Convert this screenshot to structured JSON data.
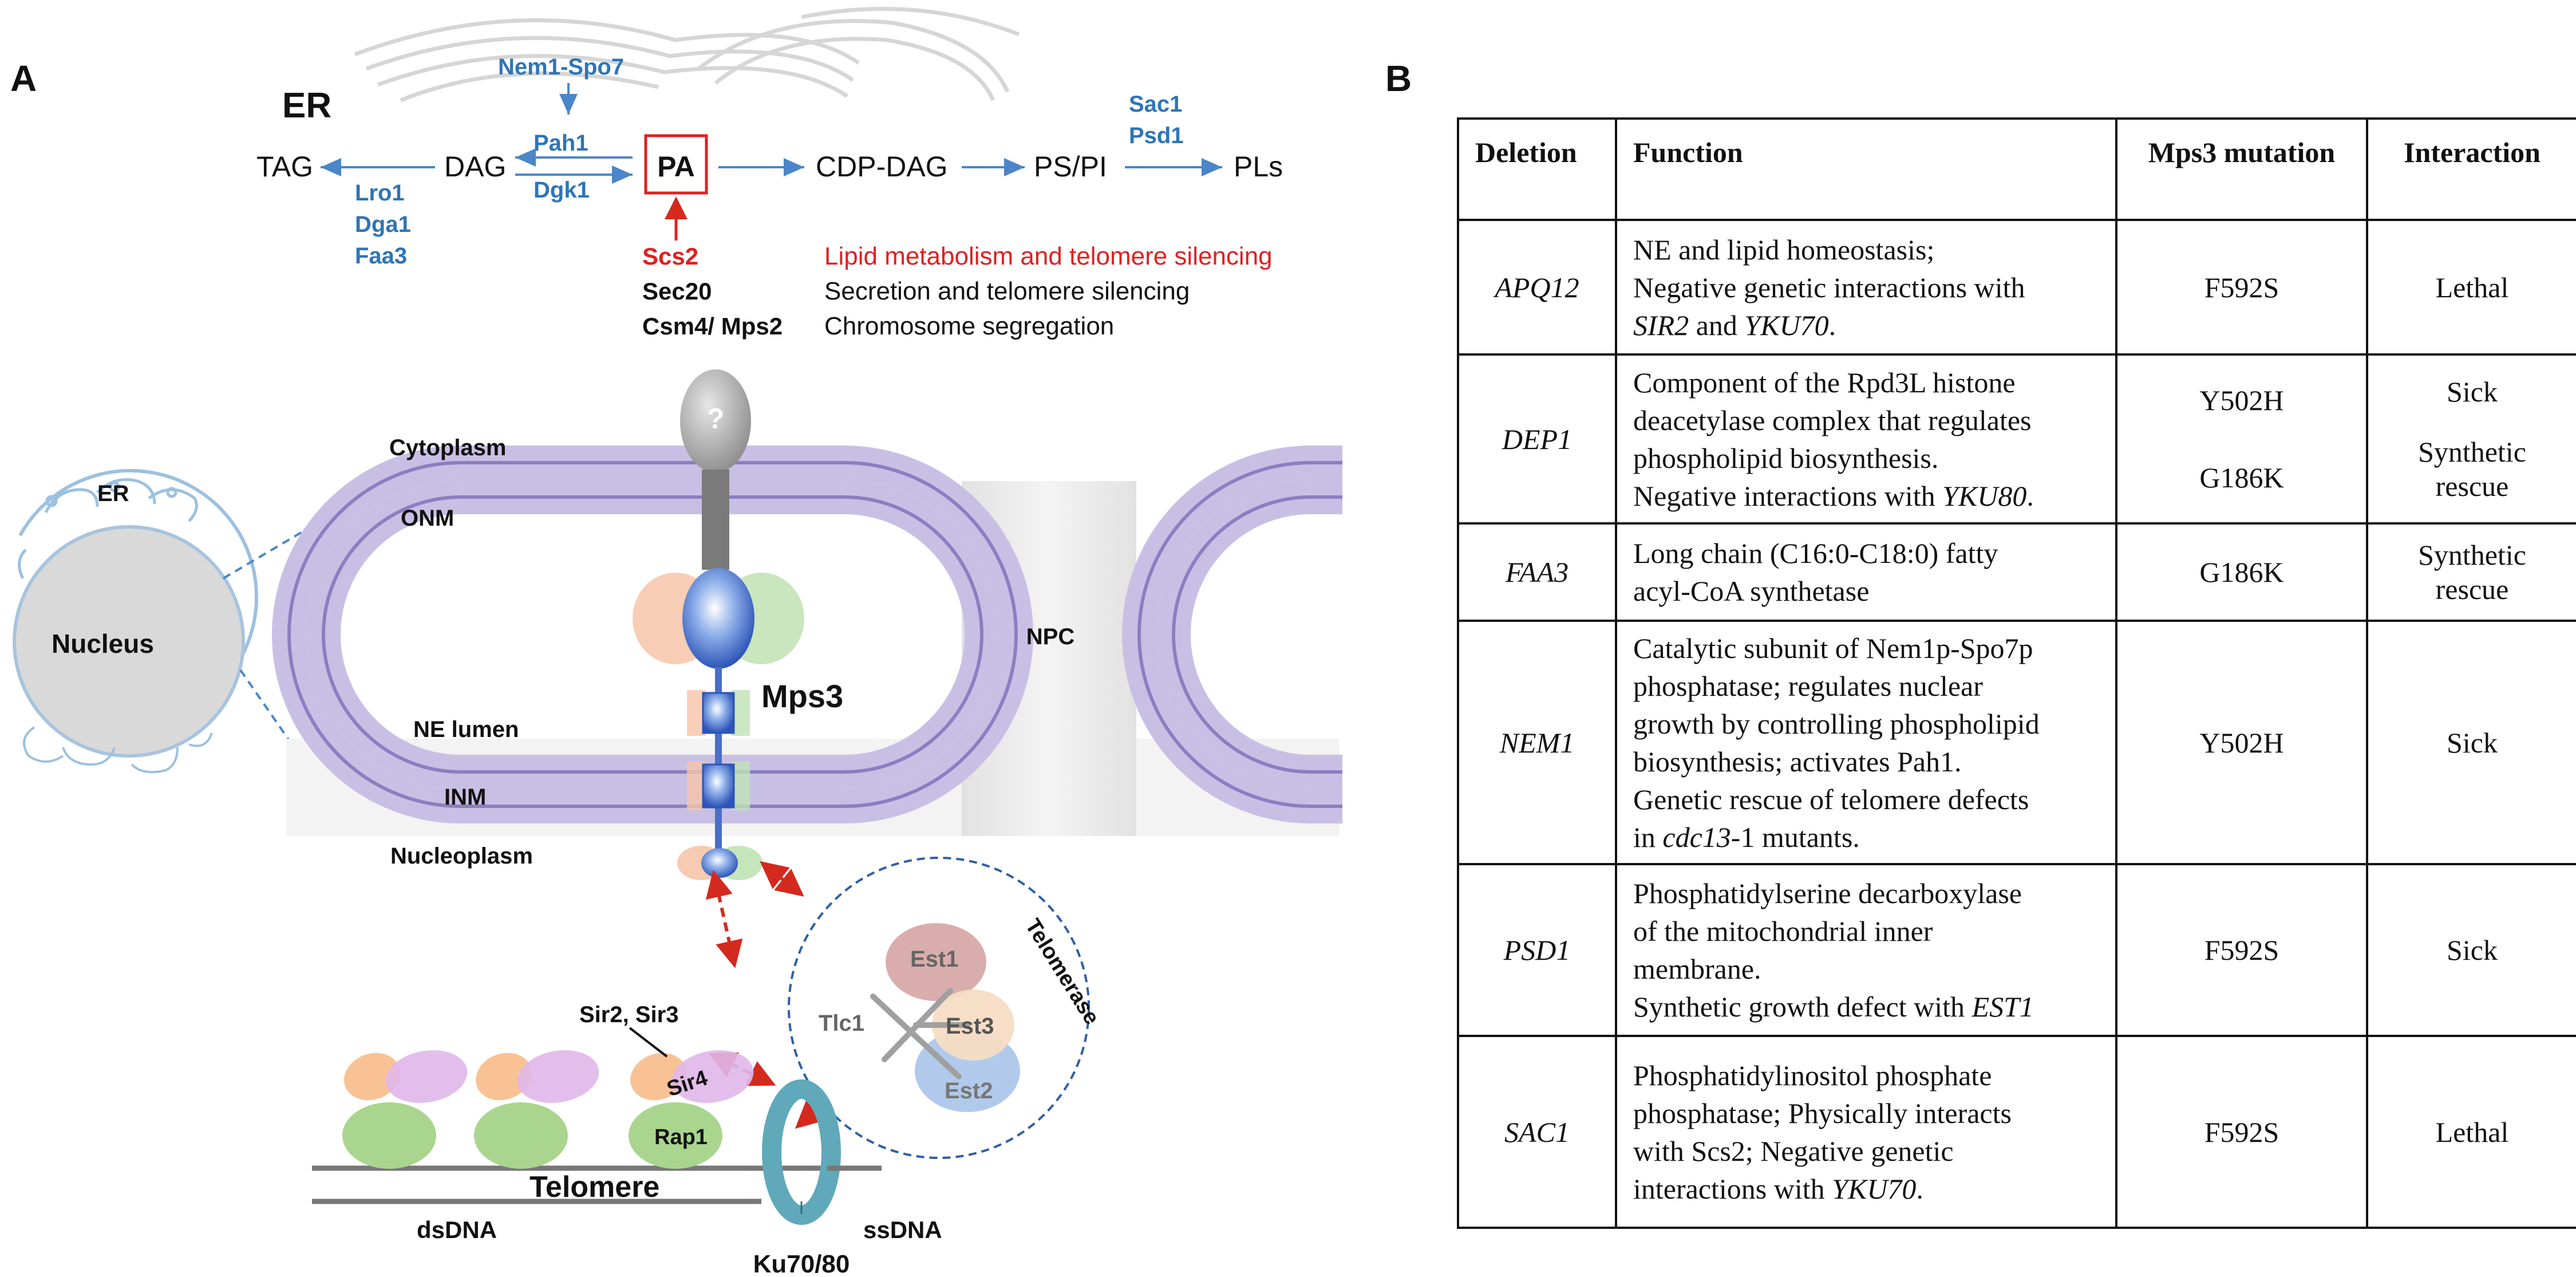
{
  "panels": {
    "a": "A",
    "b": "B"
  },
  "pathway": {
    "er": "ER",
    "tag": "TAG",
    "dag": "DAG",
    "pa": "PA",
    "cdp_dag": "CDP-DAG",
    "ps_pi": "PS/PI",
    "pls": "PLs",
    "nem1_spo7": "Nem1-Spo7",
    "pah1": "Pah1",
    "dgk1": "Dgk1",
    "lro1": "Lro1",
    "dga1": "Dga1",
    "faa3": "Faa3",
    "sac1": "Sac1",
    "psd1": "Psd1",
    "scs2": "Scs2",
    "sec20": "Sec20",
    "csm4_mps2": "Csm4/ Mps2",
    "scs2_role": "Lipid metabolism and telomere silencing",
    "sec20_role": "Secretion and telomere silencing",
    "csm4_role": "Chromosome segregation"
  },
  "nucleus": {
    "er_small": "ER",
    "nucleus": "Nucleus",
    "cytoplasm": "Cytoplasm",
    "onm": "ONM",
    "ne_lumen": "NE lumen",
    "inm": "INM",
    "nucleoplasm": "Nucleoplasm",
    "npc": "NPC",
    "mps3": "Mps3",
    "question": "?",
    "sir2_sir3": "Sir2, Sir3",
    "sir4": "Sir4",
    "rap1": "Rap1",
    "telomere": "Telomere",
    "dsdna": "dsDNA",
    "ssdna": "ssDNA",
    "ku": "Ku70/80",
    "telomerase": "Telomerase",
    "est1": "Est1",
    "est2": "Est2",
    "est3": "Est3",
    "tlc1": "Tlc1"
  },
  "colors": {
    "pathway_blue": "#2e75b6",
    "highlight_red": "#e02020",
    "membrane_purple": "#8b7fc2",
    "nucleus_gray": "#d9d9d9"
  },
  "table": {
    "headers": [
      "Deletion",
      "Function",
      "Mps3 mutation",
      "Interaction"
    ],
    "rows": [
      {
        "deletion": "APQ12",
        "function": [
          {
            "t": "NE and lipid homeostasis;",
            "i": false,
            "br": true
          },
          {
            "t": "Negative genetic interactions with",
            "i": false,
            "br": true
          },
          {
            "t": "SIR2",
            "i": true
          },
          {
            "t": " and ",
            "i": false
          },
          {
            "t": "YKU70",
            "i": true
          },
          {
            "t": ".",
            "i": false
          }
        ],
        "mutation": [
          "F592S"
        ],
        "interaction": [
          "Lethal"
        ]
      },
      {
        "deletion": "DEP1",
        "function": [
          {
            "t": "Component of the Rpd3L histone",
            "i": false,
            "br": true
          },
          {
            "t": "deacetylase complex that regulates",
            "i": false,
            "br": true
          },
          {
            "t": "phospholipid biosynthesis.",
            "i": false,
            "br": true
          },
          {
            "t": "Negative interactions with ",
            "i": false
          },
          {
            "t": "YKU80",
            "i": true
          },
          {
            "t": ".",
            "i": false
          }
        ],
        "mutation": [
          "Y502H",
          "G186K"
        ],
        "interaction": [
          "Sick",
          "Synthetic rescue"
        ]
      },
      {
        "deletion": "FAA3",
        "function": [
          {
            "t": "Long chain (C16:0-C18:0) fatty",
            "i": false,
            "br": true
          },
          {
            "t": "acyl-CoA synthetase",
            "i": false
          }
        ],
        "mutation": [
          "G186K"
        ],
        "interaction": [
          "Synthetic rescue"
        ]
      },
      {
        "deletion": "NEM1",
        "function": [
          {
            "t": "Catalytic subunit of Nem1p-Spo7p",
            "i": false,
            "br": true
          },
          {
            "t": "phosphatase; regulates nuclear",
            "i": false,
            "br": true
          },
          {
            "t": "growth by controlling phospholipid",
            "i": false,
            "br": true
          },
          {
            "t": "biosynthesis; activates Pah1.",
            "i": false,
            "br": true
          },
          {
            "t": "Genetic rescue of telomere defects",
            "i": false,
            "br": true
          },
          {
            "t": "in ",
            "i": false
          },
          {
            "t": "cdc13",
            "i": true
          },
          {
            "t": "-1 mutants.",
            "i": false
          }
        ],
        "mutation": [
          "Y502H"
        ],
        "interaction": [
          "Sick"
        ]
      },
      {
        "deletion": "PSD1",
        "function": [
          {
            "t": "Phosphatidylserine decarboxylase",
            "i": false,
            "br": true
          },
          {
            "t": "of the mitochondrial inner",
            "i": false,
            "br": true
          },
          {
            "t": "membrane.",
            "i": false,
            "br": true
          },
          {
            "t": "Synthetic growth defect with ",
            "i": false
          },
          {
            "t": "EST1",
            "i": true
          }
        ],
        "mutation": [
          "F592S"
        ],
        "interaction": [
          "Sick"
        ]
      },
      {
        "deletion": "SAC1",
        "function": [
          {
            "t": "Phosphatidylinositol phosphate",
            "i": false,
            "br": true
          },
          {
            "t": "phosphatase; Physically interacts",
            "i": false,
            "br": true
          },
          {
            "t": "with Scs2; Negative genetic",
            "i": false,
            "br": true
          },
          {
            "t": "interactions with ",
            "i": false
          },
          {
            "t": "YKU70",
            "i": true
          },
          {
            "t": ".",
            "i": false
          }
        ],
        "mutation": [
          "F592S"
        ],
        "interaction": [
          "Lethal"
        ]
      }
    ]
  }
}
